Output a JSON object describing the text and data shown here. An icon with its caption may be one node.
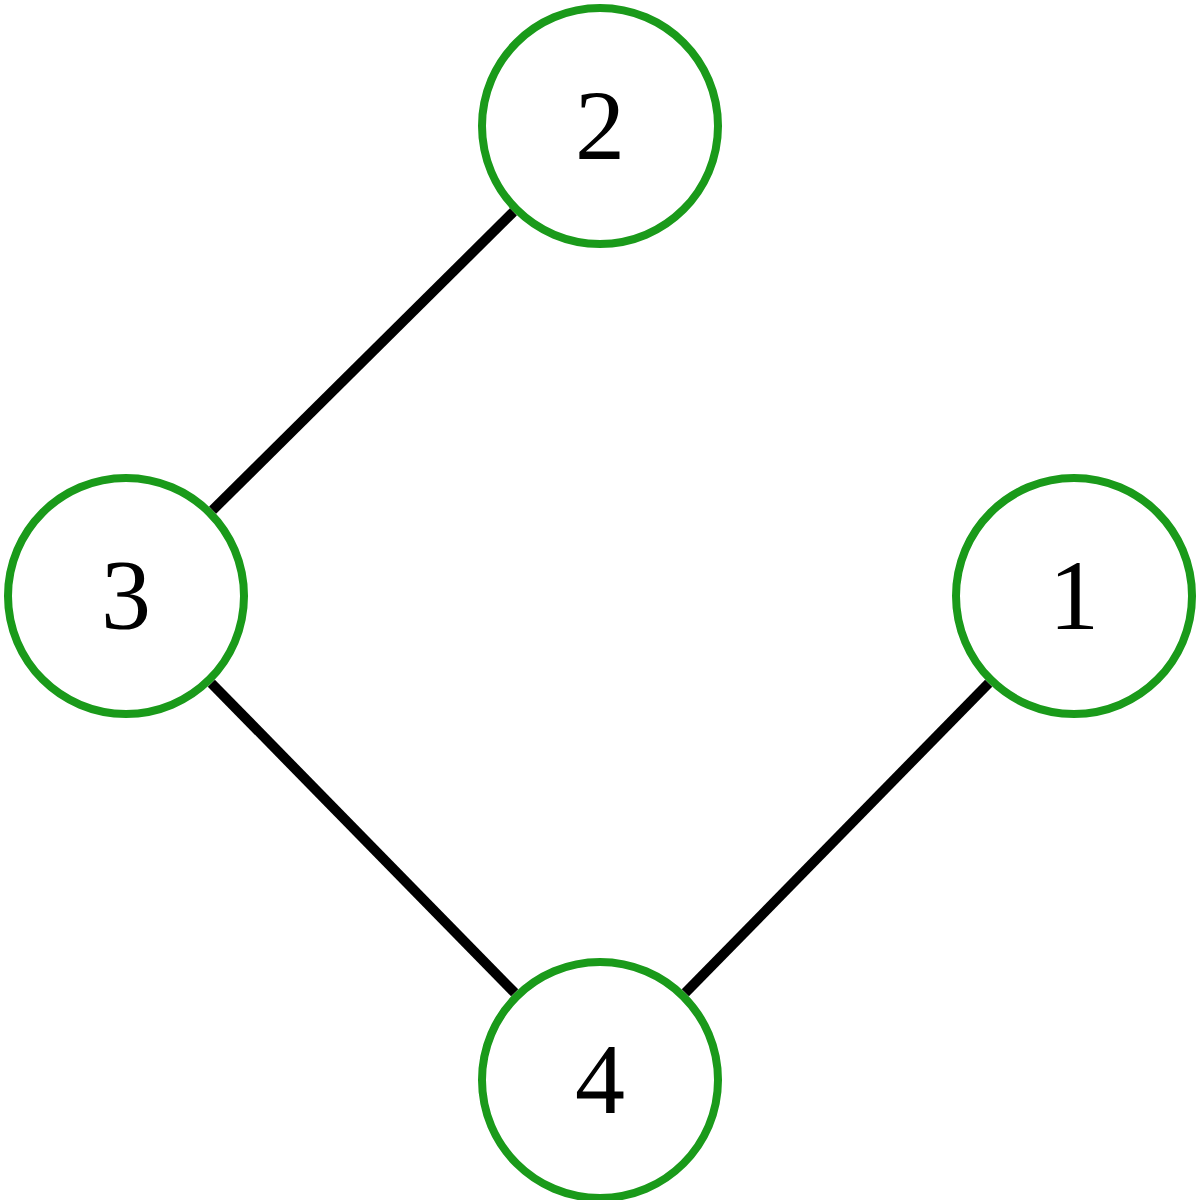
{
  "diagram": {
    "nodes": [
      {
        "text": [
          "2"
        ]
      },
      {
        "text": [
          "3"
        ]
      },
      {
        "text": [
          "1"
        ]
      },
      {
        "text": [
          "4"
        ]
      }
    ],
    "edges": [
      {
        "from": 0,
        "to": 1,
        "arrow": "none"
      },
      {
        "from": 1,
        "to": 3,
        "arrow": "none"
      },
      {
        "from": 3,
        "to": 2,
        "arrow": "none"
      }
    ]
  }
}
